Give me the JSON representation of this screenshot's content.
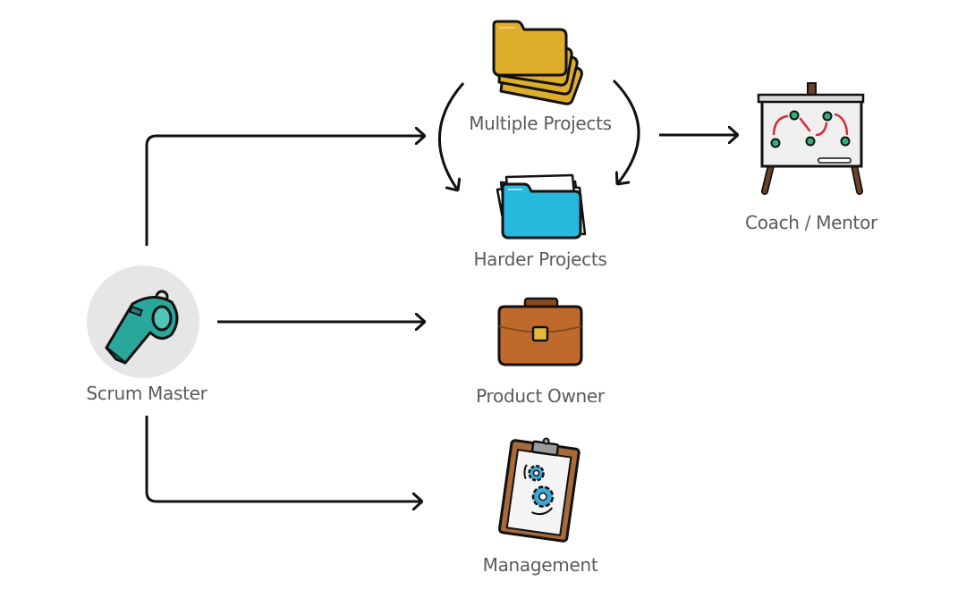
{
  "diagram": {
    "title": "Scrum Master career paths",
    "nodes": {
      "scrum_master": {
        "label": "Scrum Master",
        "icon": "whistle-icon"
      },
      "multiple_projects": {
        "label": "Multiple Projects",
        "icon": "folder-stack-icon"
      },
      "harder_projects": {
        "label": "Harder Projects",
        "icon": "folder-papers-icon"
      },
      "coach_mentor": {
        "label": "Coach / Mentor",
        "icon": "whiteboard-easel-icon"
      },
      "product_owner": {
        "label": "Product Owner",
        "icon": "briefcase-icon"
      },
      "management": {
        "label": "Management",
        "icon": "clipboard-gears-icon"
      }
    },
    "edges": [
      {
        "from": "Scrum Master",
        "to": "Multiple Projects"
      },
      {
        "from": "Scrum Master",
        "to": "Product Owner"
      },
      {
        "from": "Scrum Master",
        "to": "Management"
      },
      {
        "from": "Multiple Projects",
        "to": "Harder Projects",
        "kind": "cycle"
      },
      {
        "from": "Multiple Projects",
        "to": "Coach / Mentor"
      }
    ],
    "colors": {
      "text": "#5a5a5a",
      "arrow": "#111111",
      "whistle": "#2aa79b",
      "whistle_bg": "#e6e6e7",
      "folder_yellow": "#deae2b",
      "folder_blue": "#27b9dd",
      "briefcase": "#bf6a2c",
      "clipboard": "#a86a3a",
      "gear_blue": "#3fa8d6",
      "board_dot": "#2db37a",
      "board_arrow": "#d22c3b"
    }
  }
}
